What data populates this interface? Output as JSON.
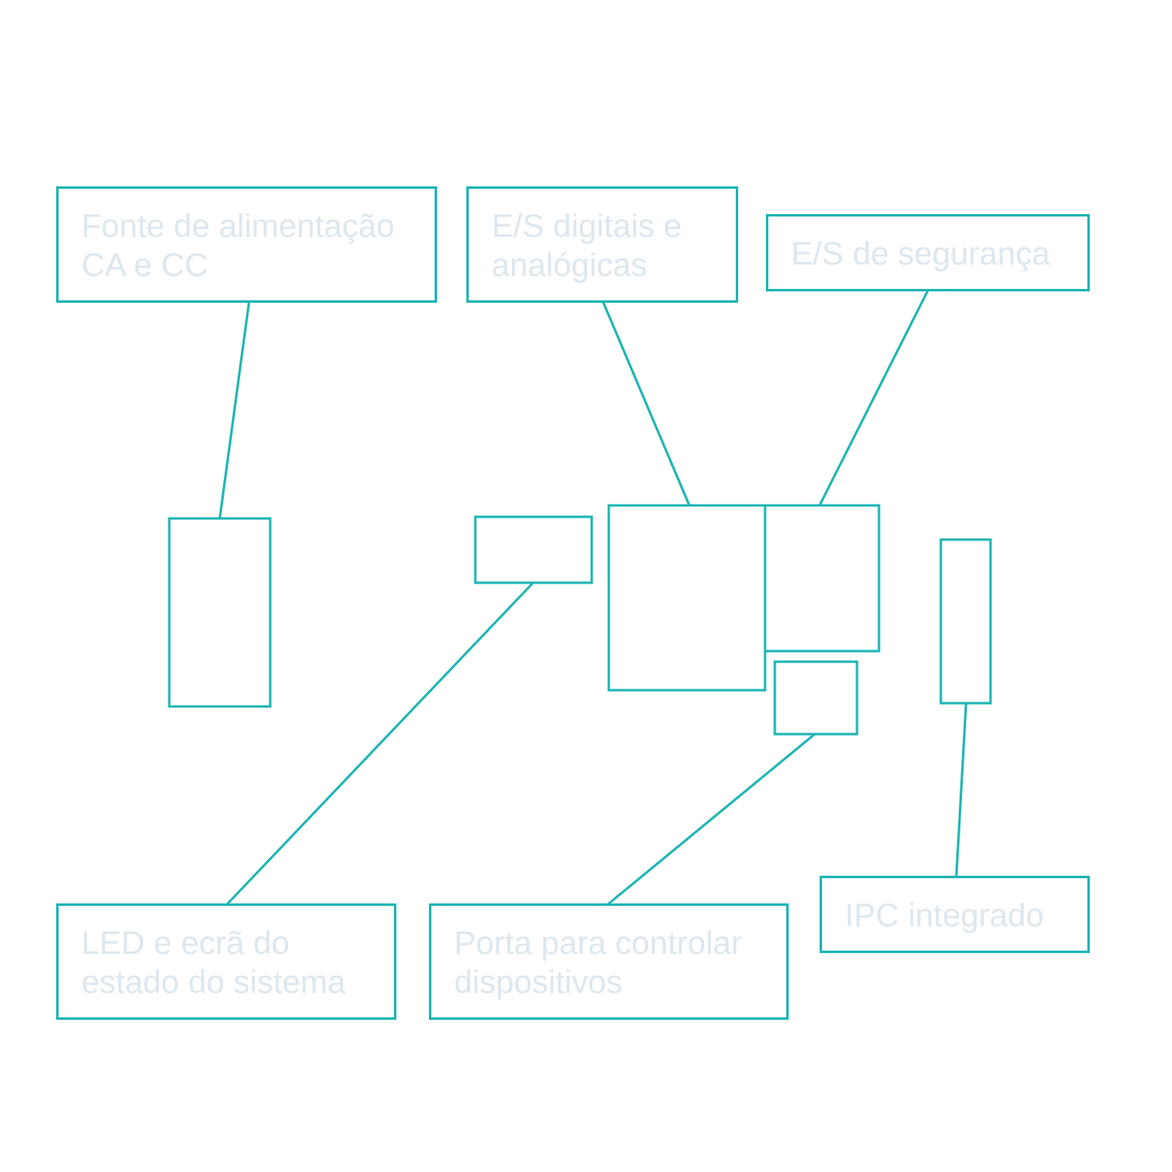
{
  "colors": {
    "stroke": "#1fb5b5",
    "label_text": "#dde7ee",
    "background": "#ffffff"
  },
  "labels": {
    "power_supply": [
      "Fonte de alimentação",
      "CA e CC"
    ],
    "digital_analog_io": [
      "E/S digitais e",
      "analógicas"
    ],
    "safety_io": [
      "E/S de segurança"
    ],
    "led_status_display": [
      "LED e ecrã do",
      "estado do sistema"
    ],
    "device_control_port": [
      "Porta para controlar",
      "dispositivos"
    ],
    "integrated_ipc": [
      "IPC integrado"
    ]
  }
}
